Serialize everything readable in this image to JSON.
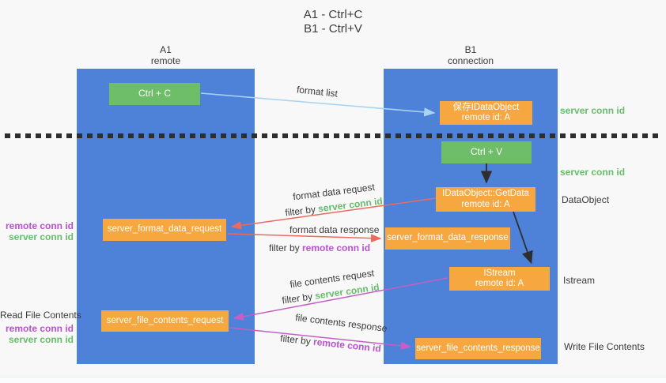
{
  "title": {
    "line1": "A1 - Ctrl+C",
    "line2": "B1 - Ctrl+V"
  },
  "columns": {
    "a1": {
      "name": "A1",
      "subtitle": "remote"
    },
    "b1": {
      "name": "B1",
      "subtitle": "connection"
    }
  },
  "nodes": {
    "ctrl_c": "Ctrl + C",
    "ctrl_v": "Ctrl + V",
    "save_dataobject": {
      "line1": "保存IDataObject",
      "line2": "remote id: A"
    },
    "getdata": {
      "line1": "IDataObject::GetData",
      "line2": "remote id: A"
    },
    "istream": {
      "line1": "IStream",
      "line2": "remote id: A"
    },
    "format_request": "server_format_data_request",
    "format_response": "server_format_data_response",
    "file_request": "server_file_contents_request",
    "file_response": "server_file_contents_response"
  },
  "flow_labels": {
    "format_list": "format list",
    "format_data_request": "format data request",
    "filter_upper_request": {
      "prefix": "filter by ",
      "colored": "server conn id"
    },
    "format_data_response": "format data response",
    "filter_upper_response": {
      "prefix": "filter by ",
      "colored": "remote conn id"
    },
    "file_contents_request": "file contents request",
    "filter_lower_request": {
      "prefix": "filter by ",
      "colored": "server conn id"
    },
    "file_contents_response": "file contents response",
    "filter_lower_response": {
      "prefix": "filter by ",
      "colored": "remote conn id"
    }
  },
  "side_labels": {
    "right_server_conn_top": "server conn id",
    "right_server_conn_mid": "server conn id",
    "dataobject": "DataObject",
    "istream": "Istream",
    "write_file_contents": "Write File Contents",
    "left_remote_conn_top": "remote conn id",
    "left_server_conn_top": "server conn id",
    "read_file_contents": "Read File Contents",
    "left_remote_conn_bottom": "remote conn id",
    "left_server_conn_bottom": "server conn id"
  },
  "colors": {
    "lane_blue": "#4d82d8",
    "node_orange": "#f7a740",
    "node_green": "#6ebe69",
    "green_text": "#67bd6b",
    "purple_text": "#b852cd",
    "arrow_light_blue": "#a8d4f2",
    "arrow_red": "#ec6a5e",
    "arrow_magenta": "#c55fc5",
    "arrow_black": "#2e2e2e",
    "background": "#f8f8f8"
  }
}
